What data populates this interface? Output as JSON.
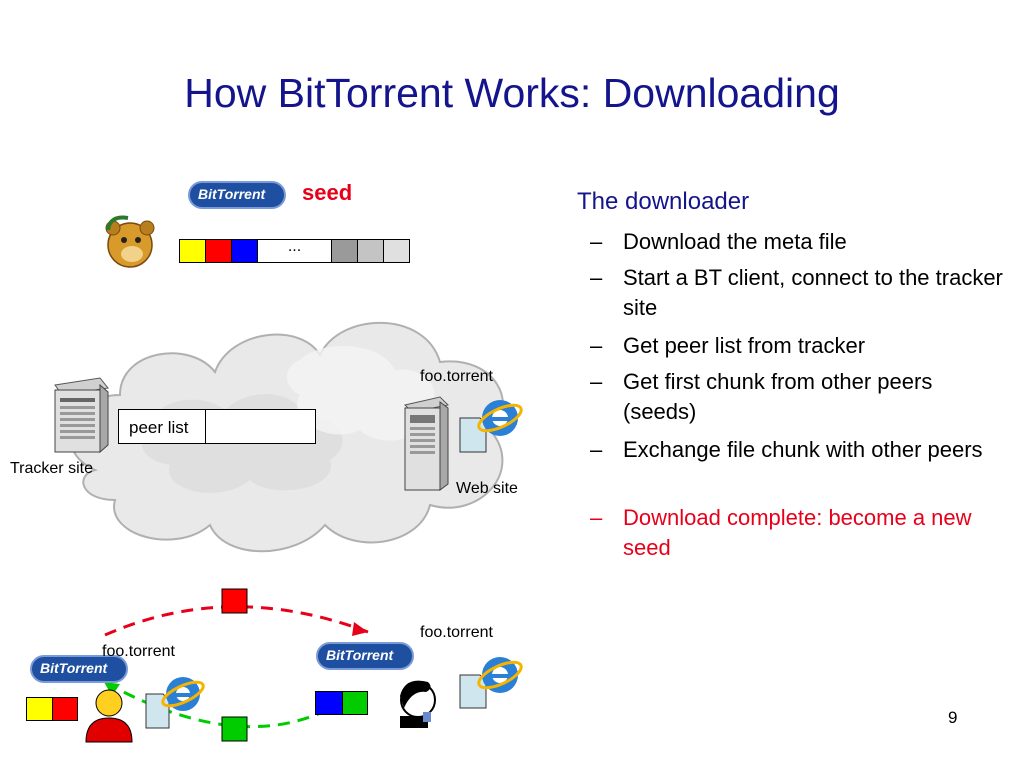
{
  "slide": {
    "title": "How BitTorrent Works: Downloading",
    "page_number": "9"
  },
  "bullets": {
    "heading": "The downloader",
    "dash": "–",
    "items": [
      {
        "text": "Download the meta file",
        "color": "#000000"
      },
      {
        "text": "Start a BT client, connect to the tracker site",
        "color": "#000000"
      },
      {
        "text": "Get peer list from tracker",
        "color": "#000000"
      },
      {
        "text": "Get first chunk from other peers (seeds)",
        "color": "#000000"
      },
      {
        "text": "Exchange file chunk with other peers",
        "color": "#000000"
      },
      {
        "text": "Download complete: become a new seed",
        "color": "#e8001a"
      }
    ]
  },
  "diagram": {
    "seed_label": "seed",
    "logo_text_bit": "Bit",
    "logo_text_torrent": "Torrent",
    "seed_chunks_ellipsis": "...",
    "tracker_label": "Tracker site",
    "peer_list_label": "peer list",
    "web_site_label": "Web site",
    "file_label_web": "foo.torrent",
    "file_label_peer1": "foo.torrent",
    "file_label_peer2": "foo.torrent",
    "colors": {
      "title": "#14148c",
      "accent_red": "#e8001a",
      "chunk_yellow": "#ffff00",
      "chunk_red": "#ff0000",
      "chunk_blue": "#0000ff",
      "chunk_green": "#00cc00",
      "arrow_red": "#e8001a",
      "arrow_green": "#00cc00"
    }
  }
}
